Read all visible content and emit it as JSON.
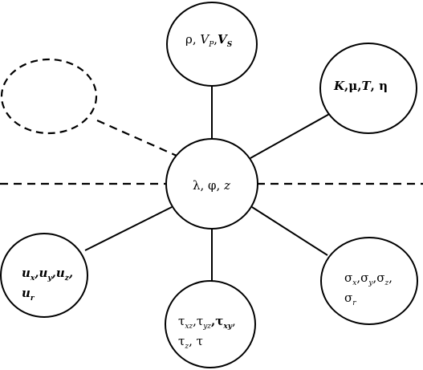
{
  "diagram": {
    "center": {
      "parts": [
        "λ, φ, ",
        "z"
      ]
    },
    "nodes": {
      "density_velocity": {
        "parts": [
          "ρ, ",
          "V",
          "P",
          ",",
          "V",
          "S"
        ]
      },
      "moduli": {
        "parts": [
          "K",
          ",μ,",
          "T",
          ", η"
        ]
      },
      "stresses": {
        "line1": [
          "σ",
          "x",
          ",σ",
          "y",
          ",σ",
          "z",
          ","
        ],
        "line2": [
          "σ",
          "r"
        ]
      },
      "shear": {
        "line1": [
          "τ",
          "xz",
          ",τ",
          "yz",
          ",τ",
          "xy",
          ","
        ],
        "line2": [
          "τ",
          "z",
          ", τ"
        ]
      },
      "displacements": {
        "line1": [
          "u",
          "x",
          ",u",
          "y",
          ",u",
          "z",
          ","
        ],
        "line2": [
          "u",
          "r"
        ]
      },
      "dashed_node": {}
    }
  }
}
